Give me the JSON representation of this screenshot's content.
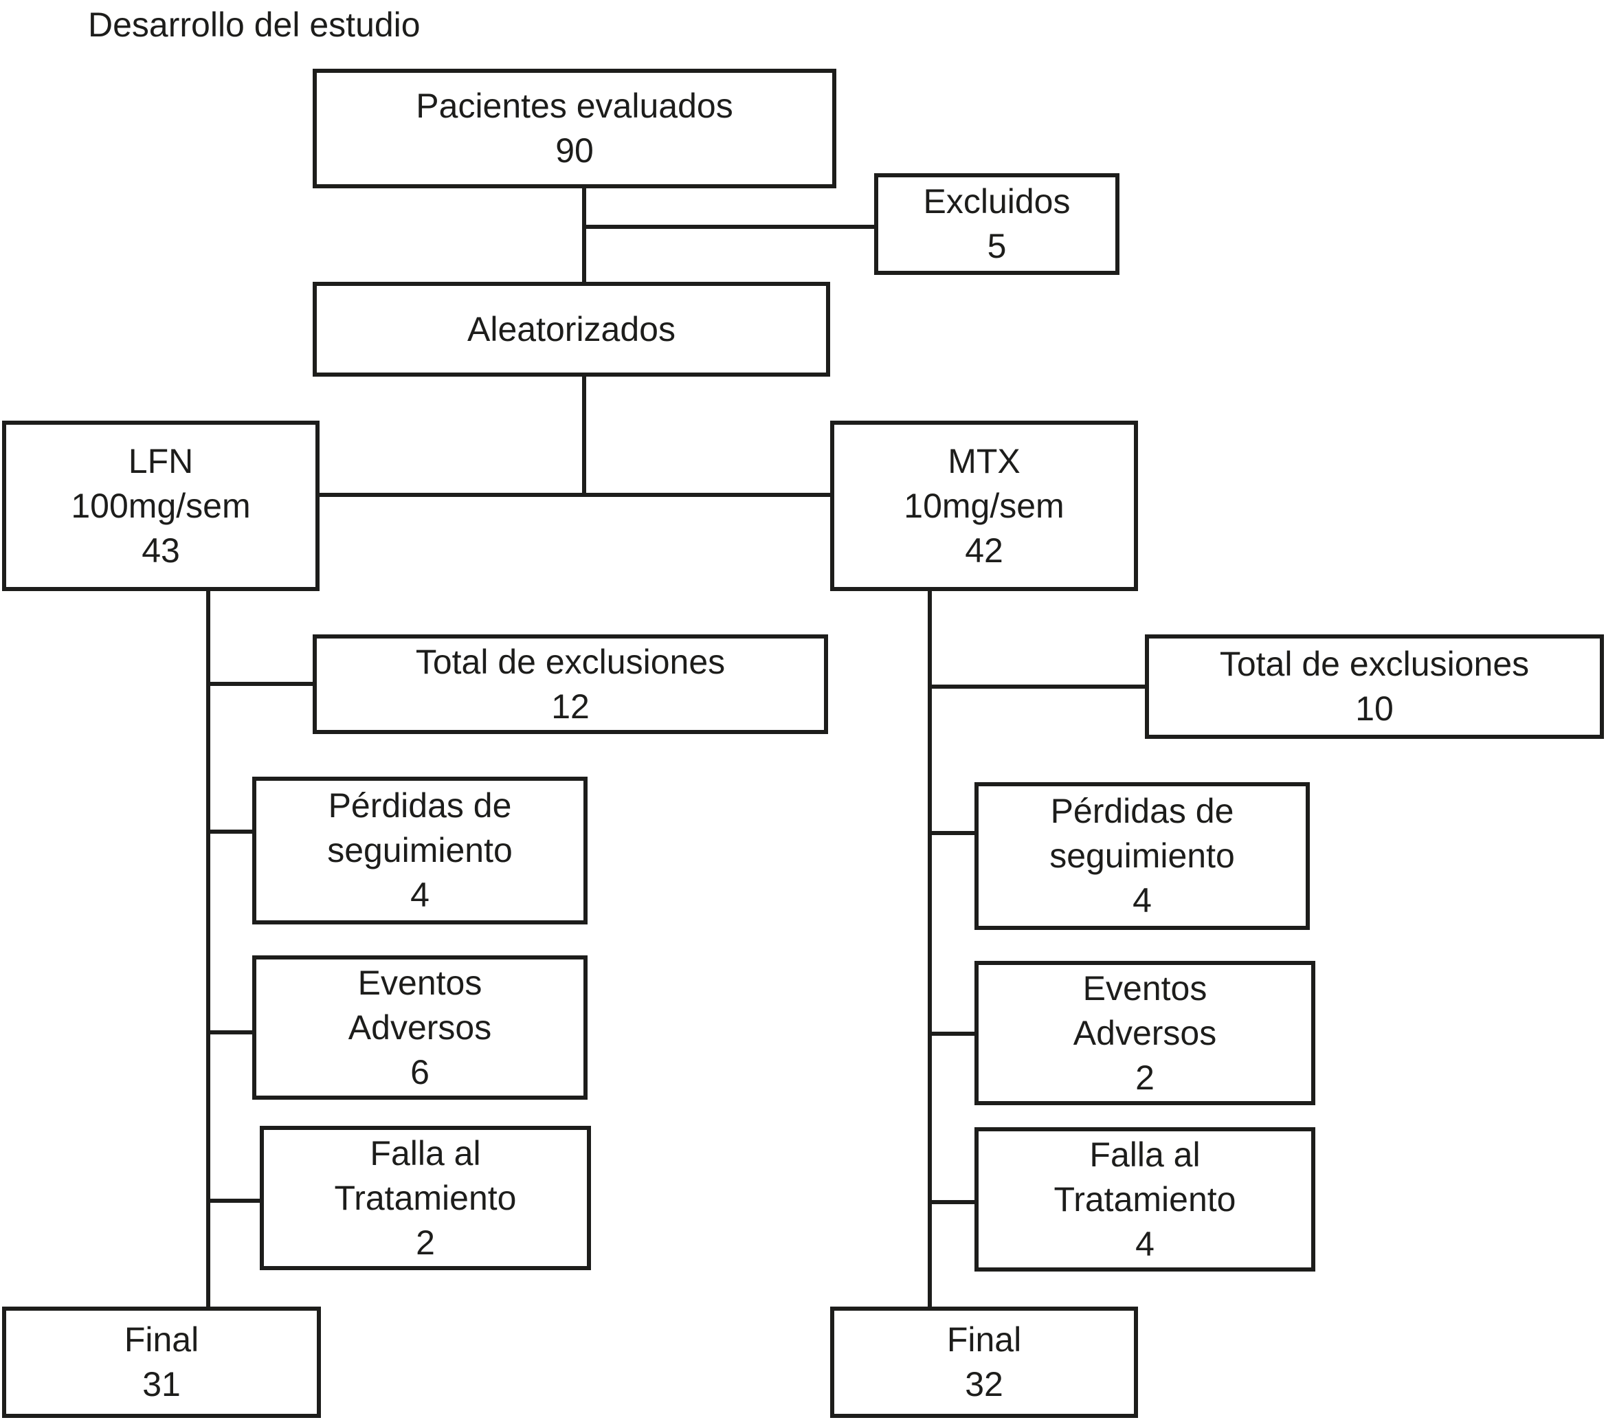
{
  "title": "Desarrollo del estudio",
  "colors": {
    "line": "#1d1d1b",
    "text": "#1d1d1b",
    "background": "#ffffff"
  },
  "nodes": {
    "pacientes": [
      "Pacientes evaluados",
      "90"
    ],
    "excluidos": [
      "Excluidos",
      "5"
    ],
    "aleatorizados": [
      "Aleatorizados"
    ],
    "lfn": [
      "LFN",
      "100mg/sem",
      "43"
    ],
    "mtx": [
      "MTX",
      "10mg/sem",
      "42"
    ],
    "total_excl_lfn": [
      "Total de exclusiones",
      "12"
    ],
    "total_excl_mtx": [
      "Total de exclusiones",
      "10"
    ],
    "perdidas_lfn": [
      "Pérdidas de",
      "seguimiento",
      "4"
    ],
    "perdidas_mtx": [
      "Pérdidas de",
      "seguimiento",
      "4"
    ],
    "eventos_lfn": [
      "Eventos",
      "Adversos",
      "6"
    ],
    "eventos_mtx": [
      "Eventos",
      "Adversos",
      "2"
    ],
    "falla_lfn": [
      "Falla al",
      "Tratamiento",
      "2"
    ],
    "falla_mtx": [
      "Falla al",
      "Tratamiento",
      "4"
    ],
    "final_lfn": [
      "Final",
      "31"
    ],
    "final_mtx": [
      "Final",
      "32"
    ]
  }
}
